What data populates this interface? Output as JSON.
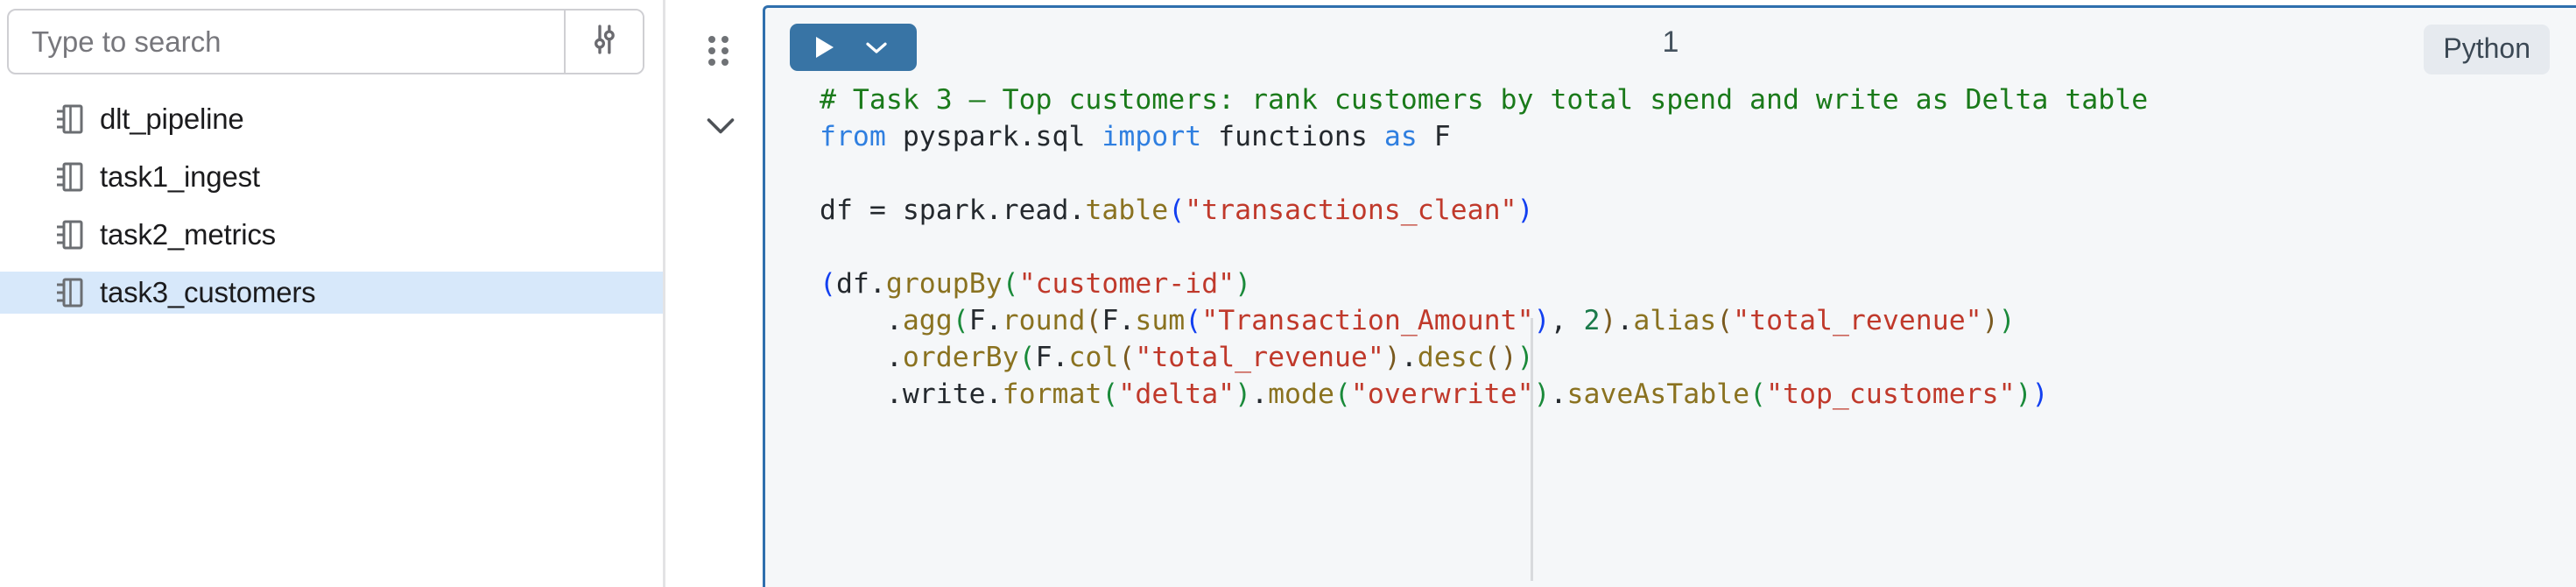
{
  "sidebar": {
    "search": {
      "placeholder": "Type to search",
      "value": "",
      "filter_icon": "sliders-icon"
    },
    "items": [
      {
        "label": "dlt_pipeline",
        "icon": "notebook-icon",
        "selected": false
      },
      {
        "label": "task1_ingest",
        "icon": "notebook-icon",
        "selected": false
      },
      {
        "label": "task2_metrics",
        "icon": "notebook-icon",
        "selected": false
      },
      {
        "label": "task3_customers",
        "icon": "notebook-icon",
        "selected": true
      }
    ],
    "selected_bg": "#d7e8fa"
  },
  "notebook": {
    "gutter": {
      "drag_handle_icon": "drag-dots-icon",
      "collapse_icon": "chevron-down-icon"
    },
    "cell": {
      "border_color": "#2f6fad",
      "background": "#f5f7f9",
      "run_button": {
        "play_icon": "play-icon",
        "caret_icon": "chevron-down-icon",
        "color": "#3874a5"
      },
      "index": "1",
      "language_badge": "Python",
      "code_lines": [
        {
          "tokens": [
            {
              "t": "# Task 3 — Top customers: rank customers by total spend and write as Delta table",
              "c": "tok-comment"
            }
          ]
        },
        {
          "tokens": [
            {
              "t": "from",
              "c": "tok-kw"
            },
            {
              "t": " pyspark.sql ",
              "c": "tok-plain"
            },
            {
              "t": "import",
              "c": "tok-kw"
            },
            {
              "t": " functions ",
              "c": "tok-plain"
            },
            {
              "t": "as",
              "c": "tok-kw"
            },
            {
              "t": " F",
              "c": "tok-plain"
            }
          ]
        },
        {
          "tokens": [
            {
              "t": "",
              "c": "tok-plain"
            }
          ]
        },
        {
          "tokens": [
            {
              "t": "df = spark.read.",
              "c": "tok-plain"
            },
            {
              "t": "table",
              "c": "tok-fn"
            },
            {
              "t": "(",
              "c": "tok-p-blue"
            },
            {
              "t": "\"transactions_clean\"",
              "c": "tok-str"
            },
            {
              "t": ")",
              "c": "tok-p-blue"
            }
          ]
        },
        {
          "tokens": [
            {
              "t": "",
              "c": "tok-plain"
            }
          ]
        },
        {
          "tokens": [
            {
              "t": "(",
              "c": "tok-p-blue"
            },
            {
              "t": "df.",
              "c": "tok-plain"
            },
            {
              "t": "groupBy",
              "c": "tok-fn"
            },
            {
              "t": "(",
              "c": "tok-p-green"
            },
            {
              "t": "\"customer-id\"",
              "c": "tok-str"
            },
            {
              "t": ")",
              "c": "tok-p-green"
            }
          ]
        },
        {
          "tokens": [
            {
              "t": "    .",
              "c": "tok-plain"
            },
            {
              "t": "agg",
              "c": "tok-fn"
            },
            {
              "t": "(",
              "c": "tok-p-green"
            },
            {
              "t": "F.",
              "c": "tok-plain"
            },
            {
              "t": "round",
              "c": "tok-fn"
            },
            {
              "t": "(",
              "c": "tok-p-brown"
            },
            {
              "t": "F.",
              "c": "tok-plain"
            },
            {
              "t": "sum",
              "c": "tok-fn"
            },
            {
              "t": "(",
              "c": "tok-p-blue"
            },
            {
              "t": "\"Transaction_Amount\"",
              "c": "tok-str"
            },
            {
              "t": ")",
              "c": "tok-p-blue"
            },
            {
              "t": ", ",
              "c": "tok-plain"
            },
            {
              "t": "2",
              "c": "tok-num"
            },
            {
              "t": ")",
              "c": "tok-p-brown"
            },
            {
              "t": ".",
              "c": "tok-plain"
            },
            {
              "t": "alias",
              "c": "tok-fn"
            },
            {
              "t": "(",
              "c": "tok-p-brown"
            },
            {
              "t": "\"total_revenue\"",
              "c": "tok-str"
            },
            {
              "t": ")",
              "c": "tok-p-brown"
            },
            {
              "t": ")",
              "c": "tok-p-green"
            }
          ]
        },
        {
          "tokens": [
            {
              "t": "    .",
              "c": "tok-plain"
            },
            {
              "t": "orderBy",
              "c": "tok-fn"
            },
            {
              "t": "(",
              "c": "tok-p-green"
            },
            {
              "t": "F.",
              "c": "tok-plain"
            },
            {
              "t": "col",
              "c": "tok-fn"
            },
            {
              "t": "(",
              "c": "tok-p-brown"
            },
            {
              "t": "\"total_revenue\"",
              "c": "tok-str"
            },
            {
              "t": ")",
              "c": "tok-p-brown"
            },
            {
              "t": ".",
              "c": "tok-plain"
            },
            {
              "t": "desc",
              "c": "tok-fn"
            },
            {
              "t": "()",
              "c": "tok-p-brown"
            },
            {
              "t": ")",
              "c": "tok-p-green"
            }
          ]
        },
        {
          "tokens": [
            {
              "t": "    .write.",
              "c": "tok-plain"
            },
            {
              "t": "format",
              "c": "tok-fn"
            },
            {
              "t": "(",
              "c": "tok-p-green"
            },
            {
              "t": "\"delta\"",
              "c": "tok-str"
            },
            {
              "t": ")",
              "c": "tok-p-green"
            },
            {
              "t": ".",
              "c": "tok-plain"
            },
            {
              "t": "mode",
              "c": "tok-fn"
            },
            {
              "t": "(",
              "c": "tok-p-green"
            },
            {
              "t": "\"overwrite\"",
              "c": "tok-str"
            },
            {
              "t": ")",
              "c": "tok-p-green"
            },
            {
              "t": ".",
              "c": "tok-plain"
            },
            {
              "t": "saveAsTable",
              "c": "tok-fn"
            },
            {
              "t": "(",
              "c": "tok-p-green"
            },
            {
              "t": "\"top_customers\"",
              "c": "tok-str"
            },
            {
              "t": ")",
              "c": "tok-p-green"
            },
            {
              "t": ")",
              "c": "tok-p-blue"
            }
          ]
        }
      ]
    }
  }
}
